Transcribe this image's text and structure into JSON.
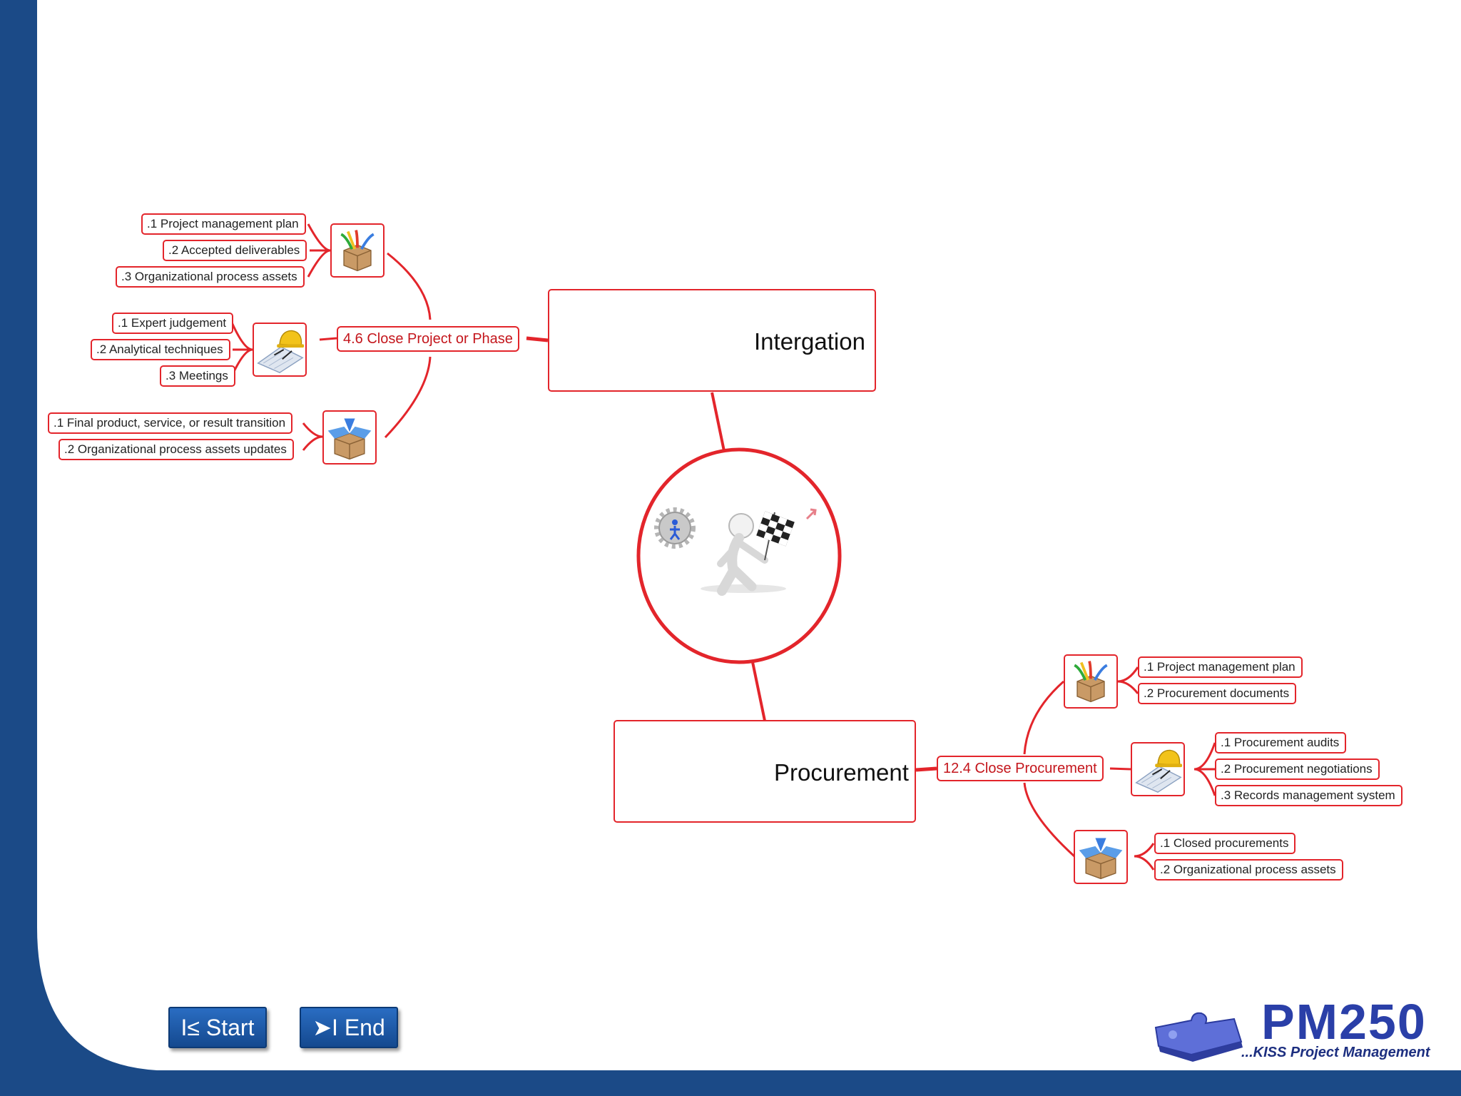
{
  "integration": {
    "title": "Intergation",
    "process": "4.6 Close Project or Phase",
    "inputs": [
      ".1 Project management plan",
      ".2 Accepted deliverables",
      ".3 Organizational process assets"
    ],
    "tools": [
      ".1 Expert judgement",
      ".2 Analytical techniques",
      ".3 Meetings"
    ],
    "outputs": [
      ".1 Final product, service, or result transition",
      ".2 Organizational process assets updates"
    ]
  },
  "procurement": {
    "title": "Procurement",
    "process": "12.4 Close Procurement",
    "inputs": [
      ".1 Project management plan",
      ".2 Procurement documents"
    ],
    "tools": [
      ".1 Procurement audits",
      ".2 Procurement negotiations",
      ".3 Records management system"
    ],
    "outputs": [
      ".1 Closed procurements",
      ".2 Organizational process assets"
    ]
  },
  "nav": {
    "start_label": "I≤ Start",
    "end_label": "➤I End"
  },
  "logo": {
    "name": "PM250",
    "tagline": "...KISS Project Management"
  },
  "colors": {
    "accent_red": "#e3252b",
    "frame_blue": "#1b4a87",
    "button_blue": "#1f5aa8"
  }
}
